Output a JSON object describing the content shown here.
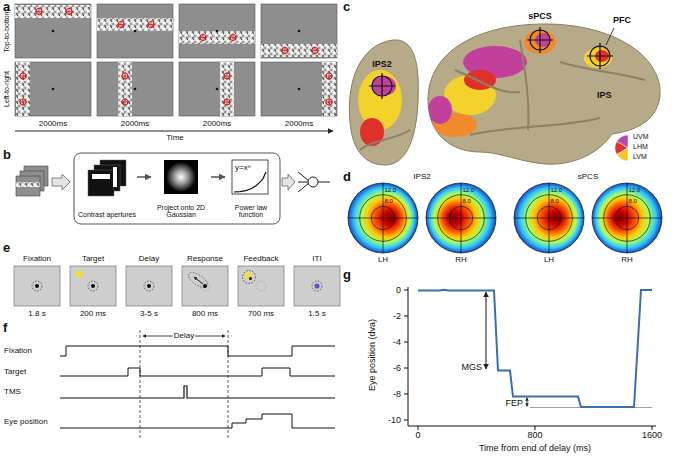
{
  "diagram": {
    "nodes": [
      {
        "text": [
          "Contrast apertures"
        ]
      },
      {
        "text": [
          "Project onto 2D Gaussian"
        ]
      },
      {
        "text": [
          "y=xⁿ",
          "Power law function"
        ]
      },
      {
        "text": [
          "Fixation",
          "1.8 s"
        ]
      },
      {
        "text": [
          "Target",
          "200 ms"
        ]
      },
      {
        "text": [
          "Delay",
          "3-5 s"
        ]
      },
      {
        "text": [
          "Response",
          "800 ms"
        ]
      },
      {
        "text": [
          "Feedback",
          "700 ms"
        ]
      },
      {
        "text": [
          "ITI",
          "1.5 s"
        ]
      }
    ],
    "edges": [
      {
        "from": 0,
        "to": 1,
        "arrow": "to"
      },
      {
        "from": 1,
        "to": 2,
        "arrow": "to"
      }
    ],
    "labels": [
      "a",
      "Top-to-bottom",
      "Left-to-right",
      "2000ms",
      "2000ms",
      "2000ms",
      "2000ms",
      "Time",
      "b",
      "c",
      "sPCS",
      "PFC",
      "IPS",
      "IPS2",
      "d",
      "IPS2",
      "sPCS",
      "12.0",
      "8.0",
      "12.0",
      "8.0",
      "12.0",
      "8.0",
      "12.0",
      "8.0",
      "LH",
      "RH",
      "LH",
      "RH",
      "e",
      "f",
      "Fixation",
      "Target",
      "TMS",
      "Eye position",
      "Delay",
      "g",
      "Eye position (dva)",
      "0",
      "-2",
      "-4",
      "-6",
      "-8",
      "-10",
      "0",
      "800",
      "1600",
      "Time from end of delay (ms)",
      "MGS",
      "FEP"
    ],
    "legend": [
      {
        "text": "UVM",
        "color": "#b94aa8"
      },
      {
        "text": "LHM",
        "color": "#e2312b"
      },
      {
        "text": "LVM",
        "color": "#f5c623"
      }
    ]
  }
}
